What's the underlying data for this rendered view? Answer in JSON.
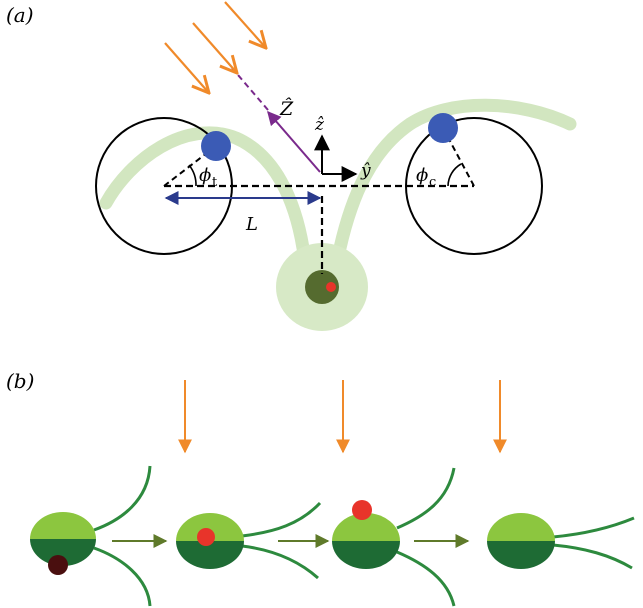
{
  "panel_a": {
    "label": "(a)",
    "axis_Z": "Ẑ",
    "axis_z": "ẑ",
    "axis_y": "ŷ",
    "phi_t_base": "ϕ",
    "phi_t_sub": "t",
    "phi_c_base": "ϕ",
    "phi_c_sub": "c",
    "length": "L"
  },
  "panel_b": {
    "label": "(b)"
  },
  "colors": {
    "light_arrow": "#f08a2a",
    "Z_axis": "#7a2a8c",
    "length_arrow": "#2a3a8c",
    "flagellum_pale": "#d2e6c0",
    "body_pale": "#d7e9c6",
    "body_dark": "#556b2f",
    "eyespot": "#e8342a",
    "basal_body": "#3b5bb5",
    "cell_light": "#8cc63f",
    "cell_dark": "#1e6b34",
    "flagellum_dark": "#2d8a3e",
    "transition_arrow": "#5f7a2a",
    "eyespot_hidden": "#4a0f0f"
  }
}
